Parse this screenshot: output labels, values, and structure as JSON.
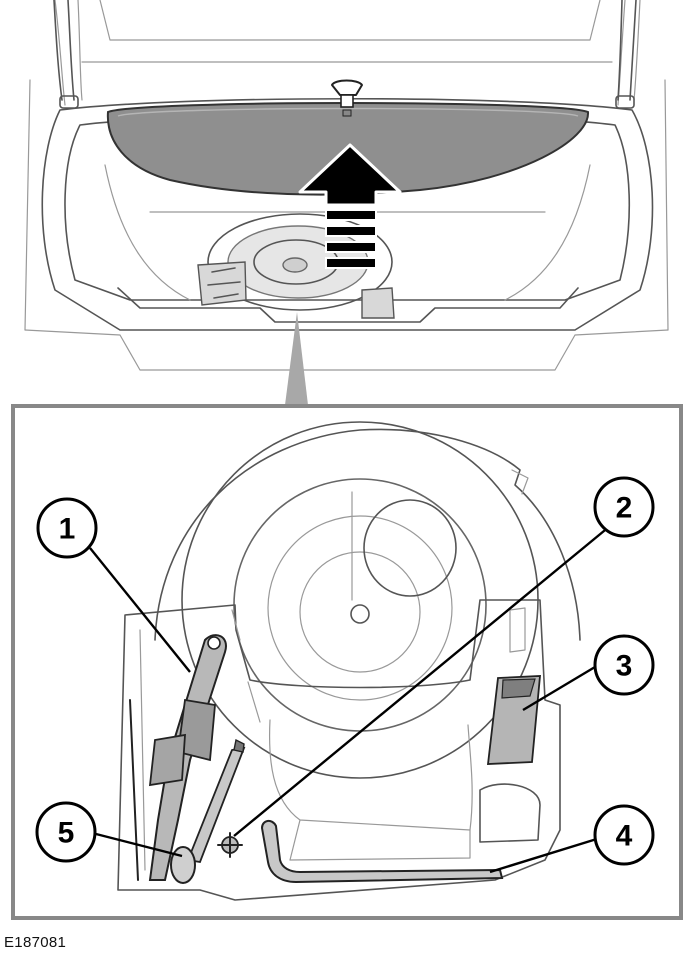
{
  "figure": {
    "code": "E187081",
    "callouts": [
      {
        "id": 1,
        "label": "1",
        "part": "jack"
      },
      {
        "id": 2,
        "label": "2",
        "part": "wheel-nut-fixing"
      },
      {
        "id": 3,
        "label": "3",
        "part": "storage-bag"
      },
      {
        "id": 4,
        "label": "4",
        "part": "wheel-brace"
      },
      {
        "id": 5,
        "label": "5",
        "part": "towing-eye"
      }
    ],
    "colors": {
      "line": "#555555",
      "panel_fill": "#8f8f8f",
      "arrow": "#000000",
      "pointer": "#a8a8a8"
    }
  }
}
